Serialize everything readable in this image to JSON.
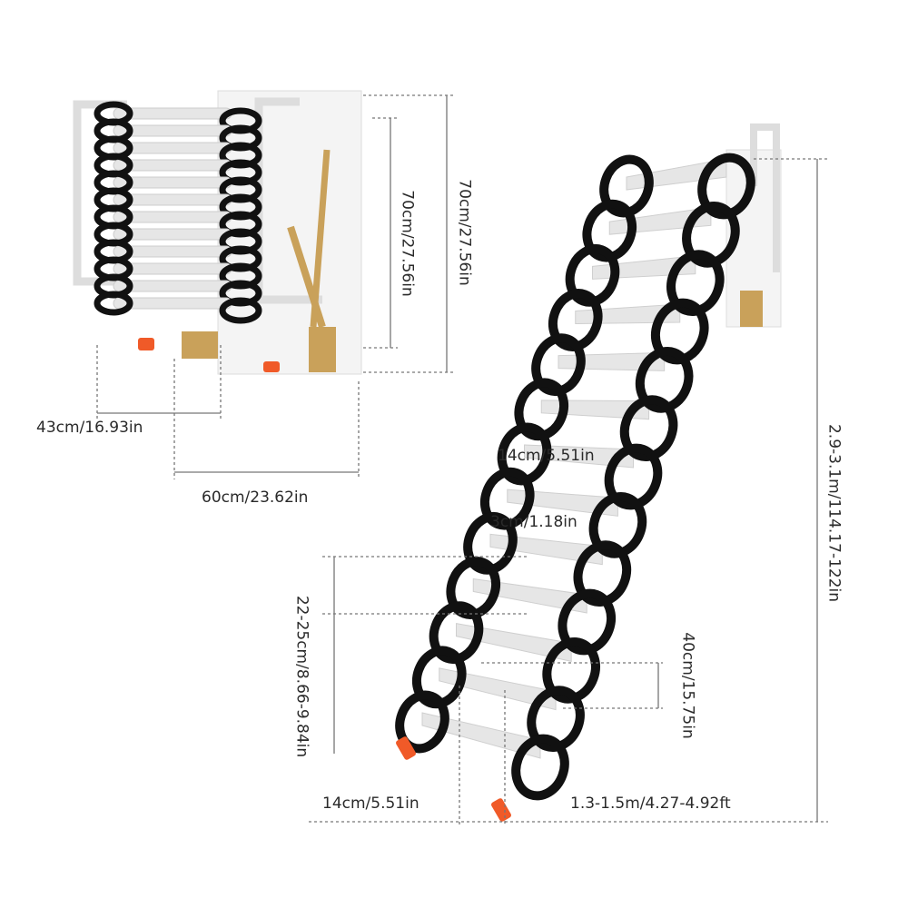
{
  "dimensions": {
    "folded_depth": "43cm/16.93in",
    "folded_width": "60cm/23.62in",
    "folded_height_inner": "70cm/27.56in",
    "folded_height_outer": "70cm/27.56in",
    "total_height": "2.9-3.1m/114.17-122in",
    "step_spacing": "22-25cm/8.66-9.84in",
    "step_width": "40cm/15.75in",
    "step_depth_top": "14cm/5.51in",
    "step_thickness": "3cm/1.18in",
    "step_depth_bottom": "14cm/5.51in",
    "horizontal_reach": "1.3-1.5m/4.27-4.92ft"
  },
  "colors": {
    "frame": "#111111",
    "rung": "#e6e6e6",
    "accent_orange": "#f05a28",
    "brass": "#c9a15a",
    "dim_line": "#777777"
  }
}
